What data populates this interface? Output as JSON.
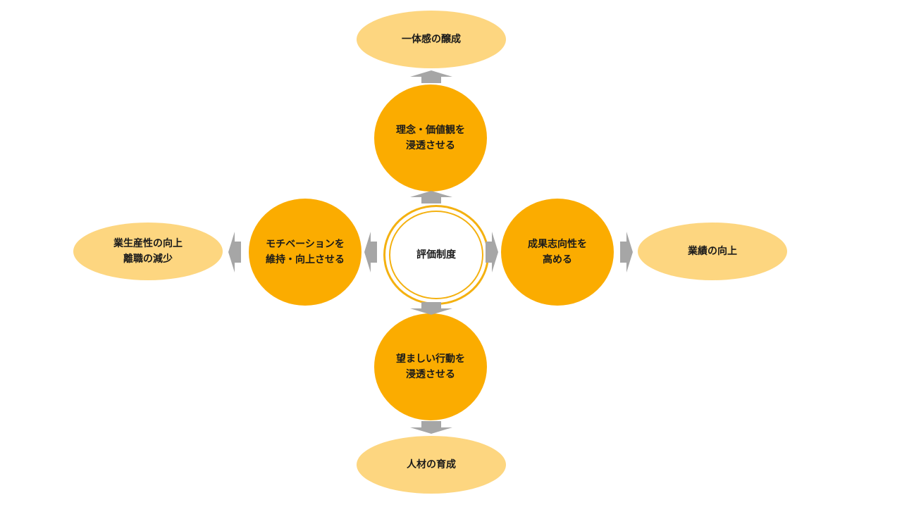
{
  "colors": {
    "circle_fill": "#fbac00",
    "oval_fill": "#fdd680",
    "center_ring": "#f4b110",
    "arrow_fill": "#a6a6a6"
  },
  "center": {
    "line1": "評価制度"
  },
  "top": {
    "circle": {
      "line1": "理念・価値観を",
      "line2": "浸透させる"
    },
    "outcome": {
      "line1": "一体感の醸成"
    }
  },
  "right": {
    "circle": {
      "line1": "成果志向性を",
      "line2": "高める"
    },
    "outcome": {
      "line1": "業績の向上"
    }
  },
  "bottom": {
    "circle": {
      "line1": "望ましい行動を",
      "line2": "浸透させる"
    },
    "outcome": {
      "line1": "人材の育成"
    }
  },
  "left": {
    "circle": {
      "line1": "モチベーションを",
      "line2": "維持・向上させる"
    },
    "outcome": {
      "line1": "業生産性の向上",
      "line2": "離職の減少"
    }
  }
}
